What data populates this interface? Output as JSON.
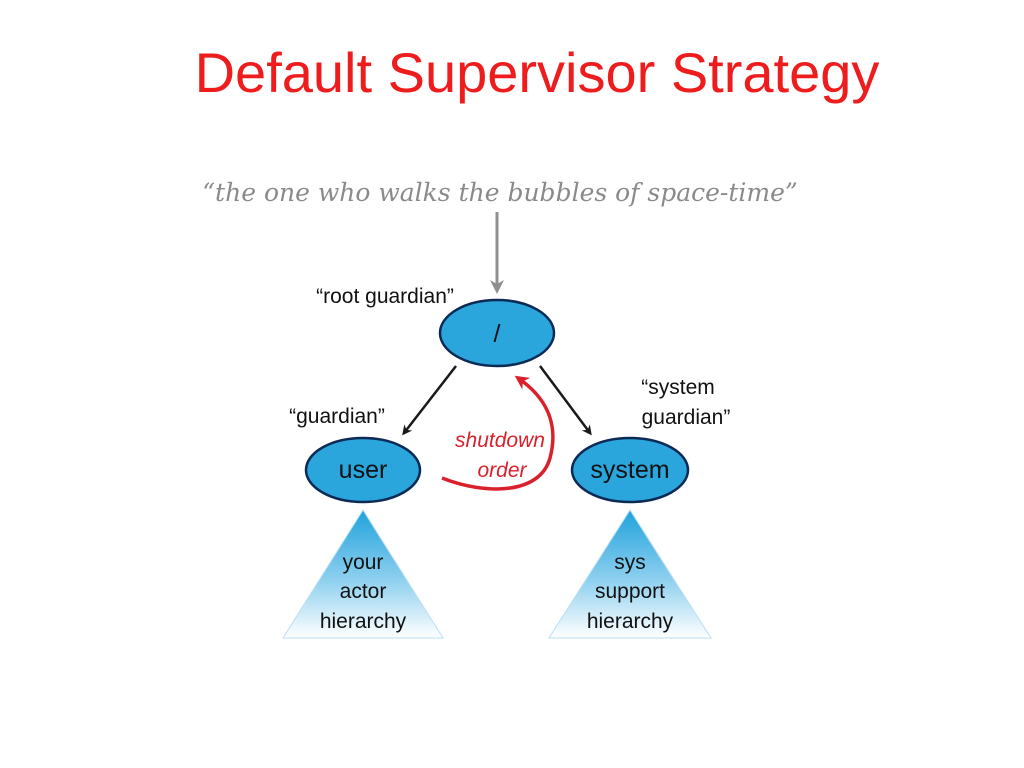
{
  "slide": {
    "title": "Default Supervisor Strategy"
  },
  "diagram": {
    "quote": "“the one who walks the bubbles of space-time”",
    "labels": {
      "root_guardian": "“root guardian”",
      "guardian": "“guardian”",
      "system_guardian_line1": "“system",
      "system_guardian_line2": "guardian”"
    },
    "nodes": {
      "root": "/",
      "user": "user",
      "system": "system"
    },
    "shutdown": {
      "line1": "shutdown",
      "line2": "order"
    },
    "user_hierarchy": {
      "line1": "your",
      "line2": "actor",
      "line3": "hierarchy"
    },
    "system_hierarchy": {
      "line1": "sys",
      "line2": "support",
      "line3": "hierarchy"
    }
  },
  "colors": {
    "title": "#ee1c1c",
    "node_fill": "#2aa6dd",
    "node_stroke": "#0b2a55",
    "arrow_dark": "#1a1a1a",
    "arrow_gray": "#8f8f8f",
    "arrow_red": "#d9212c",
    "quote": "#8a8a8a"
  }
}
